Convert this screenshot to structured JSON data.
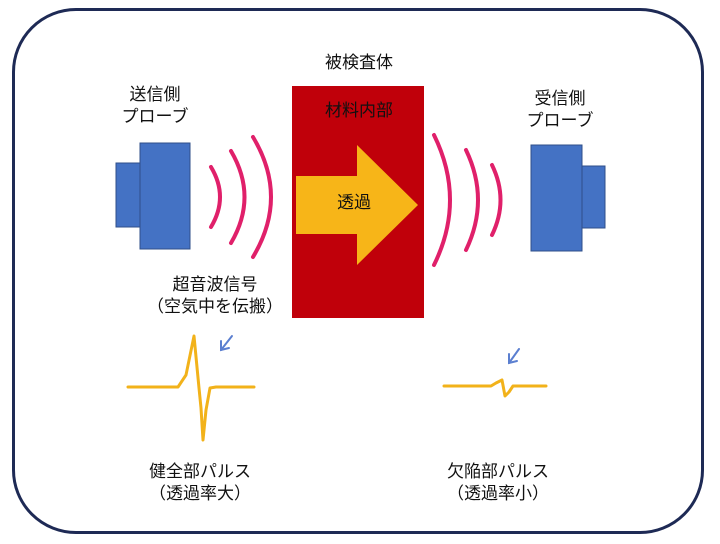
{
  "specimen": {
    "title": "被検査体",
    "inner_label": "材料内部",
    "arrow_label": "透過",
    "color": "#c0000a"
  },
  "send_probe": {
    "line1": "送信側",
    "line2": "プローブ"
  },
  "recv_probe": {
    "line1": "受信側",
    "line2": "プローブ"
  },
  "signal": {
    "line1": "超音波信号",
    "line2": "（空気中を伝搬）"
  },
  "healthy_pulse": {
    "line1": "健全部パルス",
    "line2": "（透過率大）"
  },
  "defect_pulse": {
    "line1": "欠陥部パルス",
    "line2": "（透過率小）"
  },
  "colors": {
    "frame": "#1e2a55",
    "probe": "#4472c4",
    "probe_edge": "#2f4f8a",
    "wave": "#e0206a",
    "arrow": "#f7b518",
    "pulse": "#f2b21a",
    "pointer": "#5b7fd0"
  }
}
